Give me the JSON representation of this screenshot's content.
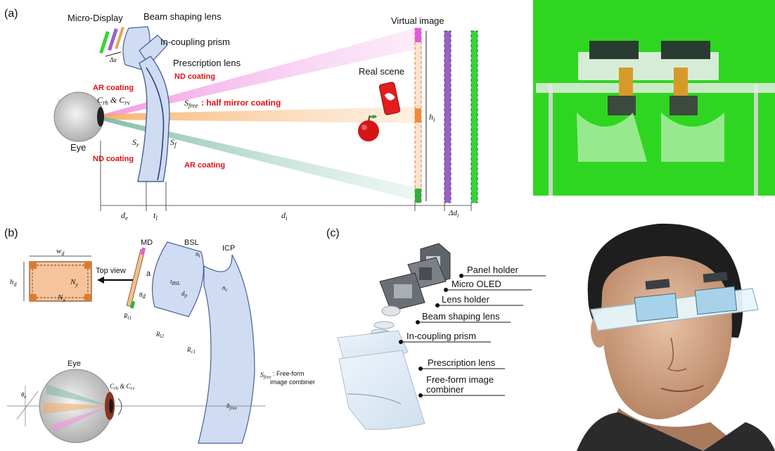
{
  "panel_a": {
    "tag": "(a)",
    "micro_display": "Micro-Display",
    "beam_shaping_lens": "Beam shaping lens",
    "in_coupling_prism": "In-coupling prism",
    "prescription_lens": "Prescription lens",
    "virtual_image": "Virtual image",
    "real_scene": "Real scene",
    "eye": "Eye",
    "delta_a": "Δa",
    "nd_coating_top": "ND coating",
    "ar_coating_left": "AR coating",
    "nd_coating_bottom": "ND coating",
    "ar_coating_bottom": "AR coating",
    "half_mirror": ": half mirror coating",
    "s_free": "S",
    "s_free_sub": "free",
    "c_rh": "C",
    "c_rh_sub": "rh",
    "amp": " & ",
    "c_rv": "C",
    "c_rv_sub": "rv",
    "s_r": "S",
    "s_r_sub": "r",
    "s_f": "S",
    "s_f_sub": "f",
    "h_i": "h",
    "h_i_sub": "i",
    "d_e": "d",
    "d_e_sub": "e",
    "t_l": "t",
    "t_l_sub": "l",
    "d_i": "d",
    "d_i_sub": "i",
    "delta_d_i": "Δd",
    "delta_d_i_sub": "i"
  },
  "panel_b": {
    "tag": "(b)",
    "top_view": "Top view",
    "md": "MD",
    "bsl": "BSL",
    "icp": "ICP",
    "eye": "Eye",
    "a": "a",
    "w_d": "w",
    "w_d_sub": "d",
    "h_d": "h",
    "h_d_sub": "d",
    "n_y": "N",
    "n_y_sub": "y",
    "n_x": "N",
    "n_x_sub": "x",
    "s_free": "S",
    "s_free_sub": "free",
    "free_form_1": ": Free-form",
    "free_form_2": "image combiner",
    "theta_free": "θ",
    "theta_free_sub": "free",
    "theta_e": "θ",
    "theta_e_sub": "e",
    "theta_d": "θ",
    "theta_d_sub": "d",
    "r_l1": "R",
    "r_l1_sub": "l1",
    "r_l2": "R",
    "r_l2_sub": "l2",
    "r_c1": "R",
    "r_c1_sub": "c1",
    "d_p": "d",
    "d_p_sub": "p",
    "t_bsl": "t",
    "t_bsl_sub": "BSL",
    "n_l": "n",
    "n_l_sub": "l",
    "n_c": "n",
    "n_c_sub": "c",
    "c_rh": "C",
    "c_rh_sub": "rh",
    "c_rv": "C",
    "c_rv_sub": "rv",
    "amp": " & "
  },
  "panel_c": {
    "tag": "(c)",
    "labels": [
      "Panel holder",
      "Micro OLED",
      "Lens holder",
      "Beam shaping lens",
      "In-coupling prism",
      "Prescription lens",
      "Free-form image",
      "combiner"
    ]
  },
  "colors": {
    "accent_red": "#e01010",
    "photo_green": "#2fd621",
    "lens_blue": "#cfdcf2",
    "lens_stroke": "#4a5f99",
    "ray_pink": "#f08be0",
    "ray_orange": "#f7b070",
    "ray_green": "#7dbfa6",
    "display_purple": "#9a62c0",
    "display_green": "#35d43a"
  }
}
